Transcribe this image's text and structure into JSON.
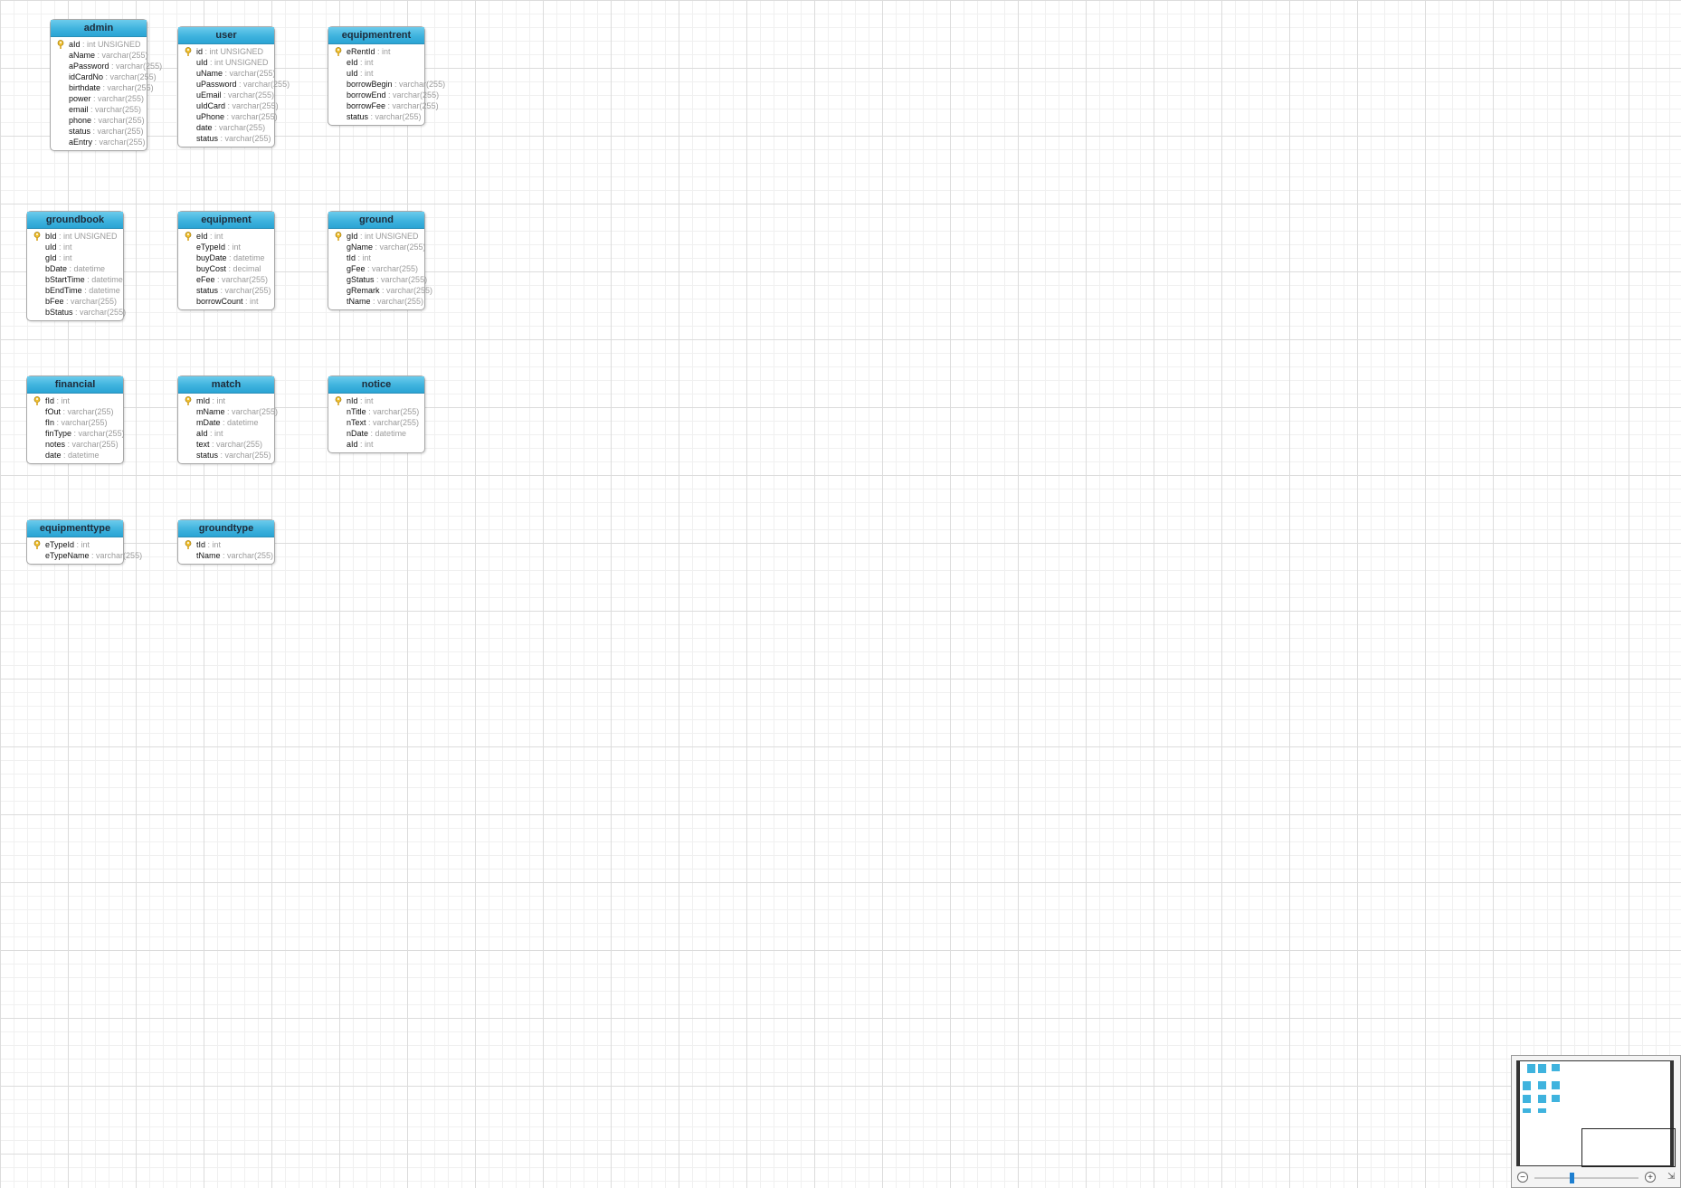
{
  "entities": [
    {
      "name": "admin",
      "fields": [
        {
          "name": "aId",
          "type": "int UNSIGNED",
          "pk": true
        },
        {
          "name": "aName",
          "type": "varchar(255)"
        },
        {
          "name": "aPassword",
          "type": "varchar(255)"
        },
        {
          "name": "idCardNo",
          "type": "varchar(255)"
        },
        {
          "name": "birthdate",
          "type": "varchar(255)"
        },
        {
          "name": "power",
          "type": "varchar(255)"
        },
        {
          "name": "email",
          "type": "varchar(255)"
        },
        {
          "name": "phone",
          "type": "varchar(255)"
        },
        {
          "name": "status",
          "type": "varchar(255)"
        },
        {
          "name": "aEntry",
          "type": "varchar(255)"
        }
      ]
    },
    {
      "name": "user",
      "fields": [
        {
          "name": "id",
          "type": "int UNSIGNED",
          "pk": true
        },
        {
          "name": "uId",
          "type": "int UNSIGNED"
        },
        {
          "name": "uName",
          "type": "varchar(255)"
        },
        {
          "name": "uPassword",
          "type": "varchar(255)"
        },
        {
          "name": "uEmail",
          "type": "varchar(255)"
        },
        {
          "name": "uIdCard",
          "type": "varchar(255)"
        },
        {
          "name": "uPhone",
          "type": "varchar(255)"
        },
        {
          "name": "date",
          "type": "varchar(255)"
        },
        {
          "name": "status",
          "type": "varchar(255)"
        }
      ]
    },
    {
      "name": "equipmentrent",
      "fields": [
        {
          "name": "eRentId",
          "type": "int",
          "pk": true
        },
        {
          "name": "eId",
          "type": "int"
        },
        {
          "name": "uId",
          "type": "int"
        },
        {
          "name": "borrowBegin",
          "type": "varchar(255)"
        },
        {
          "name": "borrowEnd",
          "type": "varchar(255)"
        },
        {
          "name": "borrowFee",
          "type": "varchar(255)"
        },
        {
          "name": "status",
          "type": "varchar(255)"
        }
      ]
    },
    {
      "name": "groundbook",
      "fields": [
        {
          "name": "bId",
          "type": "int UNSIGNED",
          "pk": true
        },
        {
          "name": "uId",
          "type": "int"
        },
        {
          "name": "gId",
          "type": "int"
        },
        {
          "name": "bDate",
          "type": "datetime"
        },
        {
          "name": "bStartTime",
          "type": "datetime"
        },
        {
          "name": "bEndTime",
          "type": "datetime"
        },
        {
          "name": "bFee",
          "type": "varchar(255)"
        },
        {
          "name": "bStatus",
          "type": "varchar(255)"
        }
      ]
    },
    {
      "name": "equipment",
      "fields": [
        {
          "name": "eId",
          "type": "int",
          "pk": true
        },
        {
          "name": "eTypeId",
          "type": "int"
        },
        {
          "name": "buyDate",
          "type": "datetime"
        },
        {
          "name": "buyCost",
          "type": "decimal"
        },
        {
          "name": "eFee",
          "type": "varchar(255)"
        },
        {
          "name": "status",
          "type": "varchar(255)"
        },
        {
          "name": "borrowCount",
          "type": "int"
        }
      ]
    },
    {
      "name": "ground",
      "fields": [
        {
          "name": "gId",
          "type": "int UNSIGNED",
          "pk": true
        },
        {
          "name": "gName",
          "type": "varchar(255)"
        },
        {
          "name": "tId",
          "type": "int"
        },
        {
          "name": "gFee",
          "type": "varchar(255)"
        },
        {
          "name": "gStatus",
          "type": "varchar(255)"
        },
        {
          "name": "gRemark",
          "type": "varchar(255)"
        },
        {
          "name": "tName",
          "type": "varchar(255)"
        }
      ]
    },
    {
      "name": "financial",
      "fields": [
        {
          "name": "fId",
          "type": "int",
          "pk": true
        },
        {
          "name": "fOut",
          "type": "varchar(255)"
        },
        {
          "name": "fIn",
          "type": "varchar(255)"
        },
        {
          "name": "finType",
          "type": "varchar(255)"
        },
        {
          "name": "notes",
          "type": "varchar(255)"
        },
        {
          "name": "date",
          "type": "datetime"
        }
      ]
    },
    {
      "name": "match",
      "fields": [
        {
          "name": "mId",
          "type": "int",
          "pk": true
        },
        {
          "name": "mName",
          "type": "varchar(255)"
        },
        {
          "name": "mDate",
          "type": "datetime"
        },
        {
          "name": "aId",
          "type": "int"
        },
        {
          "name": "text",
          "type": "varchar(255)"
        },
        {
          "name": "status",
          "type": "varchar(255)"
        }
      ]
    },
    {
      "name": "notice",
      "fields": [
        {
          "name": "nId",
          "type": "int",
          "pk": true
        },
        {
          "name": "nTitle",
          "type": "varchar(255)"
        },
        {
          "name": "nText",
          "type": "varchar(255)"
        },
        {
          "name": "nDate",
          "type": "datetime"
        },
        {
          "name": "aId",
          "type": "int"
        }
      ]
    },
    {
      "name": "equipmenttype",
      "fields": [
        {
          "name": "eTypeId",
          "type": "int",
          "pk": true
        },
        {
          "name": "eTypeName",
          "type": "varchar(255)"
        }
      ]
    },
    {
      "name": "groundtype",
      "fields": [
        {
          "name": "tId",
          "type": "int",
          "pk": true
        },
        {
          "name": "tName",
          "type": "varchar(255)"
        }
      ]
    }
  ],
  "zoom": {
    "minus_label": "−",
    "plus_label": "+",
    "resize_label": "⇲"
  }
}
